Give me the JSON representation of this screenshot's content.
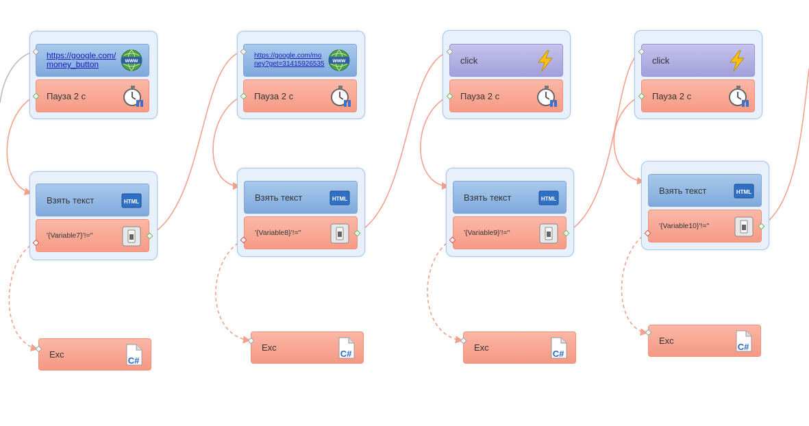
{
  "columns": [
    {
      "top": {
        "kind": "url",
        "line1": "https://google.com/",
        "line2": "money_button",
        "icon": "www-globe-icon"
      },
      "pause": {
        "label": "Пауза 2 с",
        "icon": "stopwatch-icon"
      },
      "get_text": {
        "label": "Взять текст",
        "icon": "html-icon"
      },
      "condition": {
        "label": "'{Variable7}'!=''",
        "icon": "switch-icon"
      },
      "exc": {
        "label": "Exc",
        "icon": "csharp-file-icon"
      }
    },
    {
      "top": {
        "kind": "url",
        "line1": "https://google.com/mo",
        "line2": "ney?get=31415926535",
        "icon": "www-globe-icon"
      },
      "pause": {
        "label": "Пауза 2 с",
        "icon": "stopwatch-icon"
      },
      "get_text": {
        "label": "Взять текст",
        "icon": "html-icon"
      },
      "condition": {
        "label": "'{Variable8}'!=''",
        "icon": "switch-icon"
      },
      "exc": {
        "label": "Exc",
        "icon": "csharp-file-icon"
      }
    },
    {
      "top": {
        "kind": "action",
        "label": "click",
        "icon": "lightning-icon"
      },
      "pause": {
        "label": "Пауза 2 с",
        "icon": "stopwatch-icon"
      },
      "get_text": {
        "label": "Взять текст",
        "icon": "html-icon"
      },
      "condition": {
        "label": "'{Variable9}'!=''",
        "icon": "switch-icon"
      },
      "exc": {
        "label": "Exc",
        "icon": "csharp-file-icon"
      }
    },
    {
      "top": {
        "kind": "action",
        "label": "click",
        "icon": "lightning-icon"
      },
      "pause": {
        "label": "Пауза 2 с",
        "icon": "stopwatch-icon"
      },
      "get_text": {
        "label": "Взять текст",
        "icon": "html-icon"
      },
      "condition": {
        "label": "'{Variable10}'!=''",
        "icon": "switch-icon"
      },
      "exc": {
        "label": "Exc",
        "icon": "csharp-file-icon"
      }
    }
  ],
  "colors": {
    "success_wire": "#f3a08c",
    "error_wire": "#f3a08c",
    "incoming_wire": "#bbbbbb",
    "group_bg": "#e8f1fb",
    "group_border": "#a9c8ec"
  }
}
